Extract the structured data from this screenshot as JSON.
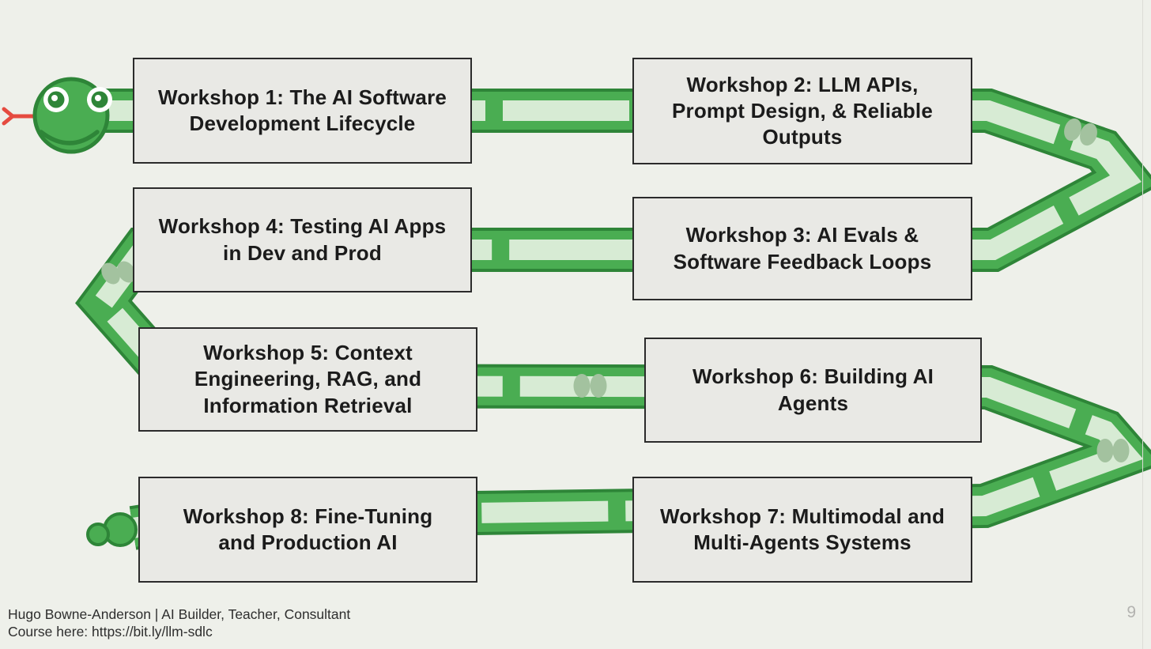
{
  "slide": {
    "page_number": "9",
    "footer_line1": "Hugo Bowne-Anderson | AI Builder, Teacher, Consultant",
    "footer_line2": "Course here: https://bit.ly/llm-sdlc"
  },
  "workshops": [
    {
      "label": "Workshop 1: The AI Software Development Lifecycle"
    },
    {
      "label": "Workshop 2: LLM APIs, Prompt Design, & Reliable Outputs"
    },
    {
      "label": "Workshop 3: AI Evals & Software Feedback Loops"
    },
    {
      "label": "Workshop 4: Testing AI Apps in Dev and Prod"
    },
    {
      "label": "Workshop 5: Context Engineering, RAG, and Information Retrieval"
    },
    {
      "label": "Workshop 6: Building AI Agents"
    },
    {
      "label": "Workshop 7: Multimodal and Multi-Agents Systems"
    },
    {
      "label": "Workshop 8: Fine-Tuning and Production AI"
    }
  ],
  "icons": {
    "snake_illustration": "smiling green snake winding through the workshop boxes, head top-left with red forked tongue, tail bottom-left"
  },
  "colors": {
    "background": "#eef0ea",
    "box_fill": "#e9e9e5",
    "box_border": "#2b2b2b",
    "text": "#1b1b1b",
    "snake_green": "#4aad52",
    "snake_dark": "#2e8538",
    "snake_stripe": "#d7ebd4",
    "snake_spot": "#a3c29f",
    "tongue_red": "#e54b40",
    "eye_white": "#ffffff",
    "footer_text": "#2e2e2e",
    "page_number_gray": "#b3b3b0"
  }
}
